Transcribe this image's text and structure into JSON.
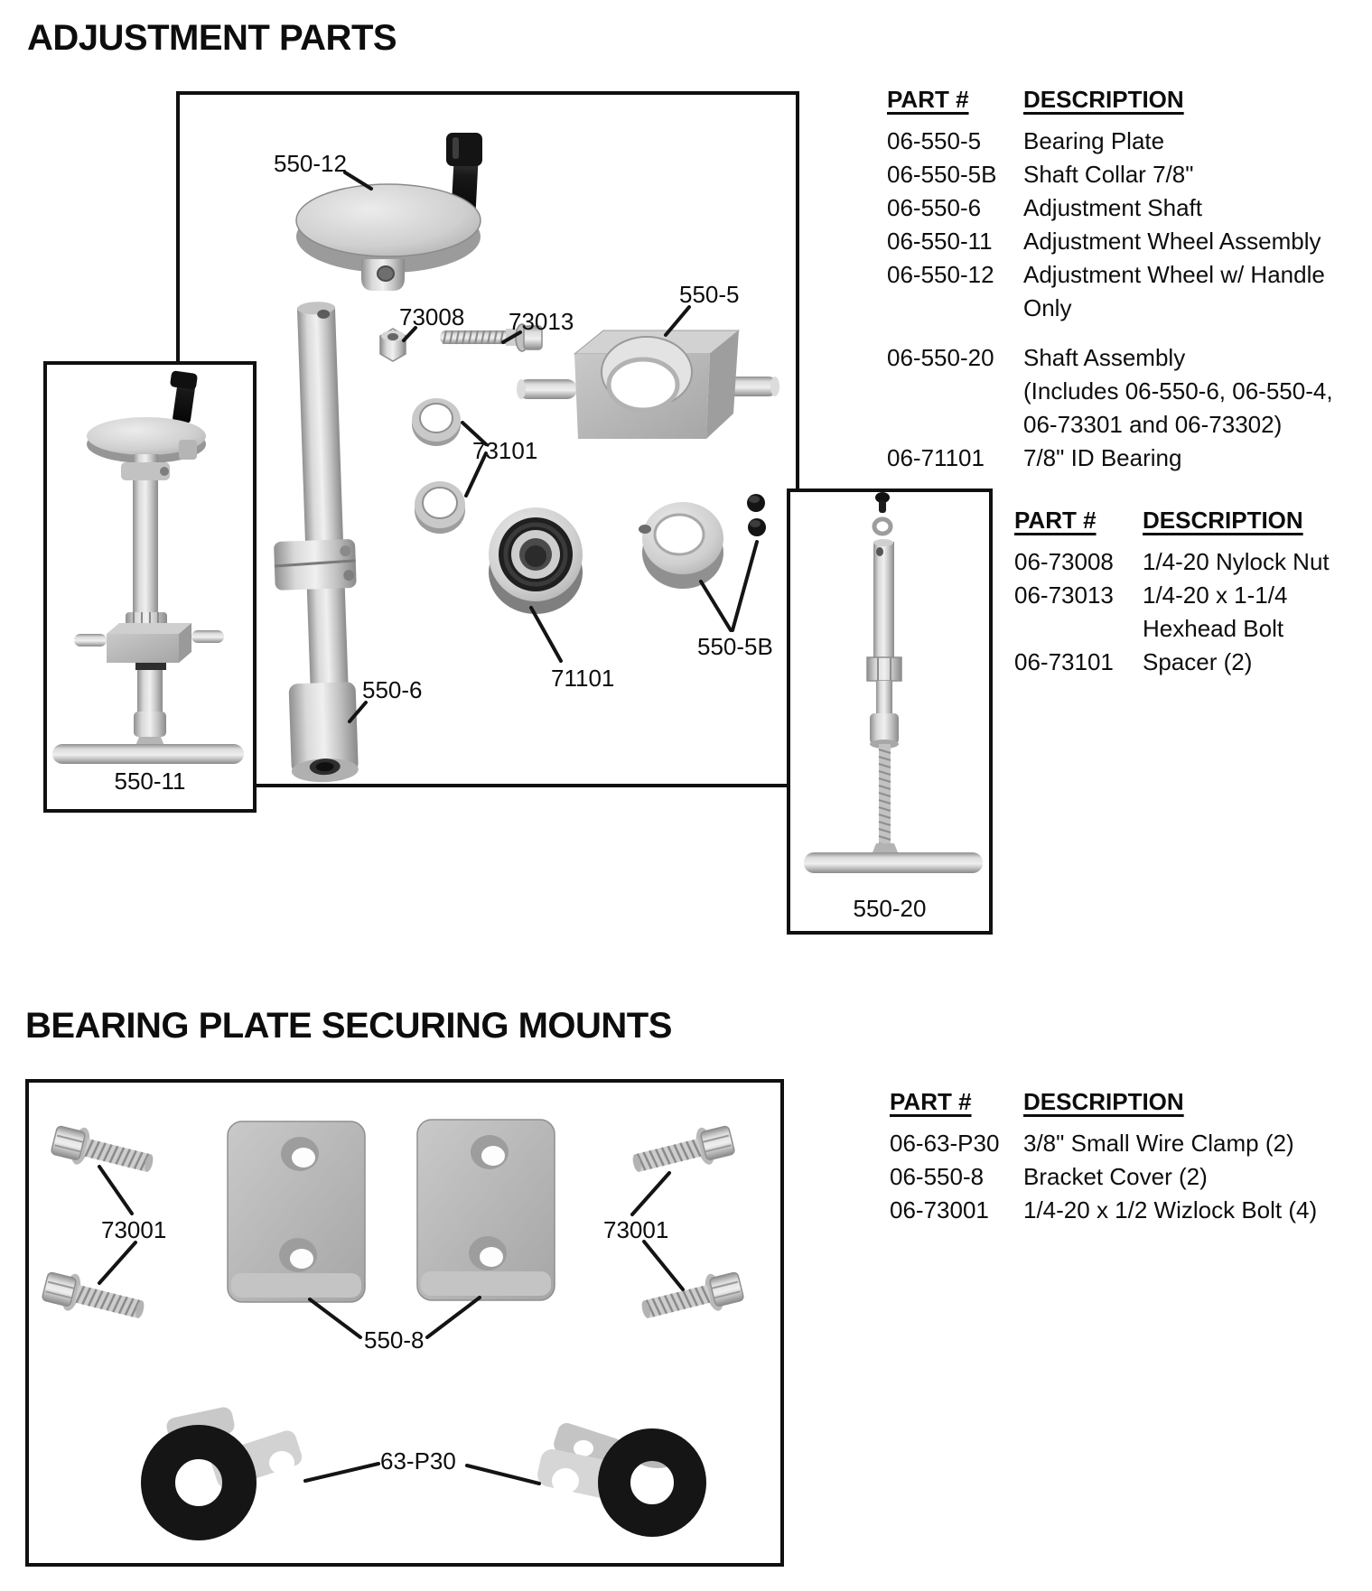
{
  "section1": {
    "title": "ADJUSTMENT PARTS",
    "tableA": {
      "headers": {
        "part": "PART #",
        "desc": "DESCRIPTION"
      },
      "rows": [
        {
          "part": "06-550-5",
          "desc": "Bearing Plate"
        },
        {
          "part": "06-550-5B",
          "desc": "Shaft Collar 7/8\""
        },
        {
          "part": "06-550-6",
          "desc": "Adjustment Shaft"
        },
        {
          "part": "06-550-11",
          "desc": "Adjustment Wheel Assembly"
        },
        {
          "part": "06-550-12",
          "desc": "Adjustment Wheel w/ Handle\nOnly"
        },
        {
          "part": "06-550-20",
          "desc": "Shaft Assembly\n(Includes 06-550-6, 06-550-4,\n06-73301 and 06-73302)"
        },
        {
          "part": "06-71101",
          "desc": "7/8\" ID Bearing"
        }
      ]
    },
    "tableB": {
      "headers": {
        "part": "PART #",
        "desc": "DESCRIPTION"
      },
      "rows": [
        {
          "part": "06-73008",
          "desc": "1/4-20 Nylock Nut"
        },
        {
          "part": "06-73013",
          "desc": "1/4-20 x 1-1/4\nHexhead Bolt"
        },
        {
          "part": "06-73101",
          "desc": "Spacer (2)"
        }
      ]
    },
    "labels": {
      "wheel_w_handle": "550-12",
      "nylock_nut": "73008",
      "hexhead_bolt": "73013",
      "bearing_plate": "550-5",
      "spacers": "73101",
      "adjustment_shaft": "550-6",
      "id_bearing": "71101",
      "shaft_collar": "550-5B",
      "wheel_assembly": "550-11",
      "shaft_assembly": "550-20"
    }
  },
  "section2": {
    "title": "BEARING PLATE SECURING MOUNTS",
    "table": {
      "headers": {
        "part": "PART #",
        "desc": "DESCRIPTION"
      },
      "rows": [
        {
          "part": "06-63-P30",
          "desc": "3/8\" Small Wire Clamp (2)"
        },
        {
          "part": "06-550-8",
          "desc": "Bracket Cover (2)"
        },
        {
          "part": "06-73001",
          "desc": "1/4-20 x 1/2 Wizlock Bolt (4)"
        }
      ]
    },
    "labels": {
      "wizlock_bolt_left": "73001",
      "wizlock_bolt_right": "73001",
      "bracket_cover": "550-8",
      "wire_clamp": "63-P30"
    }
  }
}
